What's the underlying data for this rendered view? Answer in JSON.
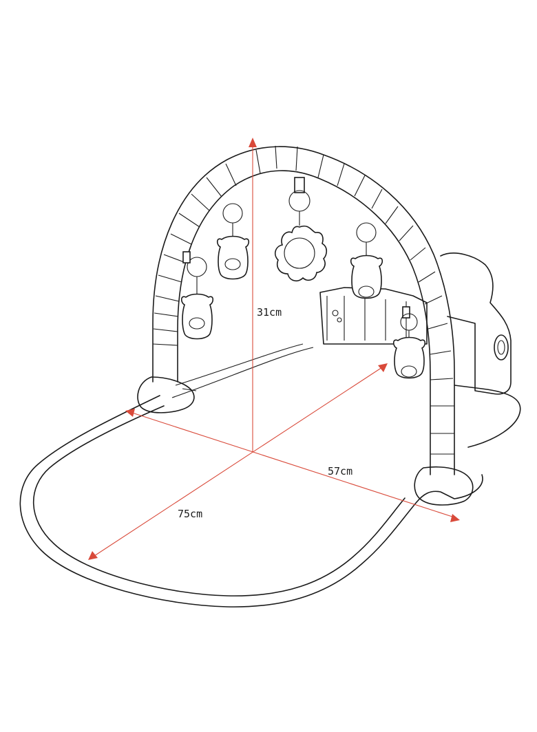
{
  "dimensions": {
    "height": "31cm",
    "width": "57cm",
    "length": "75cm"
  },
  "colors": {
    "outline": "#1a1a1a",
    "dimension_lines": "#d94a3a",
    "background": "#ffffff"
  },
  "icons": [
    "bear-toy-icon",
    "sun-mirror-icon",
    "ring-icon",
    "piano-panel-icon"
  ]
}
